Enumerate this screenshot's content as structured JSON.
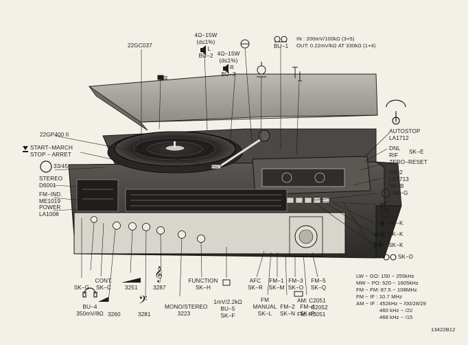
{
  "top": {
    "part_22gc037": "22GC037",
    "spk_left": [
      "4Ω−15W",
      "(d≤1%)",
      "L",
      "BU−2"
    ],
    "spk_right": [
      "4Ω−15W",
      "(d≤1%)",
      "R",
      "BU−3"
    ],
    "tape_socket": "BU−1",
    "tape_specs": [
      "IN  : 200mV/100kΩ (3+5)",
      "OUT: 0.22mV/kΩ  AT  330kΩ (1+4)"
    ]
  },
  "left": {
    "part_22gp400": "22GP400 II",
    "start_march": "START−MARCH",
    "stop_arret": "STOP − ARRET",
    "speed": "33/45",
    "stereo": [
      "STEREO",
      "D6001"
    ],
    "fm_ind": [
      "FM−IND.",
      "ME1019"
    ],
    "power": [
      "POWER",
      "LA1008"
    ]
  },
  "right": {
    "autostop": [
      "AUTOSTOP",
      "LA1712"
    ],
    "dnl_rif": [
      "DNL",
      "RIF"
    ],
    "sk_e": "SK−E",
    "zero_reset": "ZERO−RESET",
    "cro2": [
      "CrO2",
      "LA1713",
      "SK−B"
    ],
    "sk_g_right": "SK−G",
    "sk_k1": "SK−K",
    "sk_k2": "SK−K",
    "sk_k3": "SK−K",
    "sk_d": "SK−D"
  },
  "bottom": {
    "sk_g": "SK−G",
    "bu4": [
      "BU−4",
      "350mV/8Ω"
    ],
    "cont": [
      "CONT.",
      "SK−C"
    ],
    "p3260": "3260",
    "p3251": "3251",
    "p3281": "3281",
    "p3287": "3287",
    "mono_stereo": [
      "MONO/STEREO",
      "3223"
    ],
    "function": [
      "FUNCTION",
      "SK−H"
    ],
    "bu5": [
      "1mV/2.2kΩ",
      "BU−5",
      "SK−F"
    ],
    "afc": [
      "AFC",
      "SK−R"
    ],
    "fm_manual": [
      "FM",
      "MANUAL",
      "SK−L"
    ],
    "fm1": [
      "FM−1",
      "SK−M"
    ],
    "fm2": [
      "FM−2",
      "SK−N"
    ],
    "fm3": [
      "FM−3",
      "SK−O"
    ],
    "fm4": [
      "FM−4",
      "SK−P"
    ],
    "fm5": [
      "FM−5",
      "SK−Q"
    ],
    "am_fm_parts": [
      "AM: C2051",
      "C2052",
      "FM: R3051"
    ]
  },
  "freq_table": [
    "LW − GO: 150 − 255kHz",
    "MW − PO: 520 − 1605kHz",
    "FM − FM: 87.5 − 108MHz",
    "FM − IF : 10.7 MHz",
    "AM − IF : 452kHz − /00/28/29",
    "460 kHz − /22",
    "468 kHz − /15"
  ],
  "doc_number": "13422B12"
}
